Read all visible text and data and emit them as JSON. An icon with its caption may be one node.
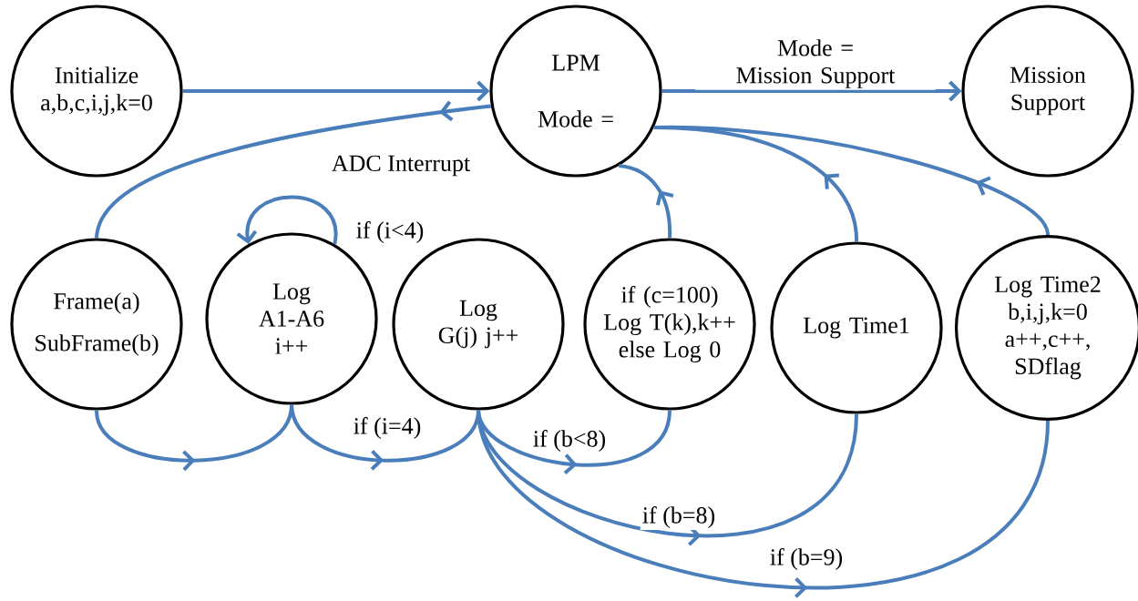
{
  "diagram": {
    "nodes": [
      {
        "text": [
          "Initialize a,b,c,i,j,k=0"
        ]
      },
      {
        "text": [
          "LPM",
          "Mode ="
        ]
      },
      {
        "text": [
          "Mission Support"
        ]
      },
      {
        "text": [
          "Frame(a)",
          "SubFrame(b)"
        ]
      },
      {
        "text": [
          "Log A1-A6 i++"
        ]
      },
      {
        "text": [
          "Log G(j) j++"
        ]
      },
      {
        "text": [
          "if (c=100) Log T(k),k++ else Log 0"
        ]
      },
      {
        "text": [
          "Log Time1"
        ]
      },
      {
        "text": [
          "Log Time2 b,i,j,k=0 a++,c++, SDflag"
        ]
      }
    ],
    "edges": [
      {
        "from": 0,
        "to": 1,
        "arrow": "to"
      },
      {
        "from": 1,
        "to": 2,
        "arrow": "to",
        "label": "Mode = Mission Support"
      },
      {
        "from": 1,
        "to": 3,
        "arrow": "to",
        "label": "ADC Interrupt"
      },
      {
        "from": 4,
        "to": 4,
        "arrow": "to",
        "label": "if (i<4)"
      },
      {
        "from": 3,
        "to": 4,
        "arrow": "to"
      },
      {
        "from": 4,
        "to": 5,
        "arrow": "to",
        "label": "if (i=4)"
      },
      {
        "from": 5,
        "to": 6,
        "arrow": "to",
        "label": "if (b<8)"
      },
      {
        "from": 5,
        "to": 7,
        "arrow": "to",
        "label": "if (b=8)"
      },
      {
        "from": 5,
        "to": 8,
        "arrow": "to",
        "label": "if (b=9)"
      },
      {
        "from": 6,
        "to": 1,
        "arrow": "to"
      },
      {
        "from": 7,
        "to": 1,
        "arrow": "to"
      },
      {
        "from": 8,
        "to": 1,
        "arrow": "to"
      }
    ]
  }
}
